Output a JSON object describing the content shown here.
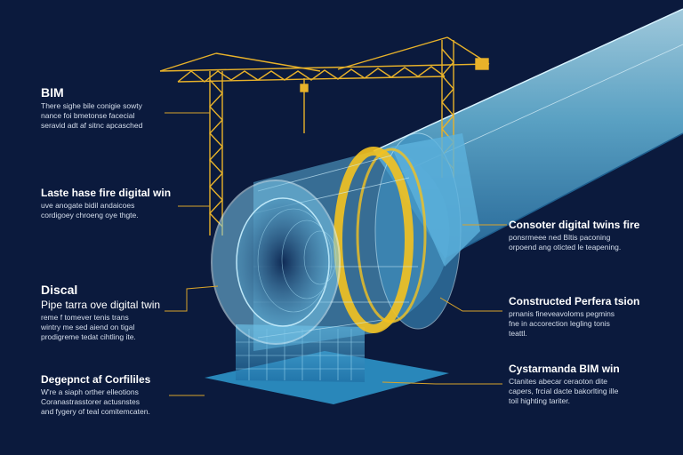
{
  "colors": {
    "background": "#0b1a3d",
    "pipe": "#5fb4d8",
    "pipe_light": "#a9dcf0",
    "crane": "#e8b22a",
    "ring": "#f4c21f",
    "base": "#3aa6d6",
    "leader": "#d9a42a",
    "text": "#e8eef8"
  },
  "labels": {
    "left_top": {
      "title": "BIM",
      "lines": [
        "There sighe bile conigie sowty",
        "nance foi bmetonse facecial",
        "seravid adt af sitnc apcasched"
      ]
    },
    "left_mid": {
      "title": "Laste hase fire digital win",
      "lines": [
        "uve anogate bidil andaicoes",
        "cordigoey chroeng oye thgte."
      ]
    },
    "left_lower": {
      "title": "Discal",
      "subtitle": "Pipe tarra ove digital twin",
      "lines": [
        "reme f tomever tenis trans",
        "wintry me sed aiend on tigal",
        "prodigreme tedat cihtling ite."
      ]
    },
    "left_bottom": {
      "title": "Degepnct af Corfililes",
      "lines": [
        "W're a siaph orther elleotions",
        "Coranastrasstorer actusnstes",
        "and fygery of teal comitemcaten."
      ]
    },
    "right_top": {
      "title": "Consoter digital twins fire",
      "lines": [
        "ponsrmeee ned Bltis paconing",
        "orpoend ang oticted le teapening."
      ]
    },
    "right_mid": {
      "title": "Constructed Perfera tsion",
      "lines": [
        "prnanis fineveavoloms pegmins",
        "fne in accorection legling tonis",
        "teattl."
      ]
    },
    "right_bottom": {
      "title": "Cystarmanda BIM win",
      "lines": [
        "Ctanites abecar ceraoton dite",
        "capers, frcial dacte bakorlting ille",
        "toil highting tariter."
      ]
    }
  }
}
